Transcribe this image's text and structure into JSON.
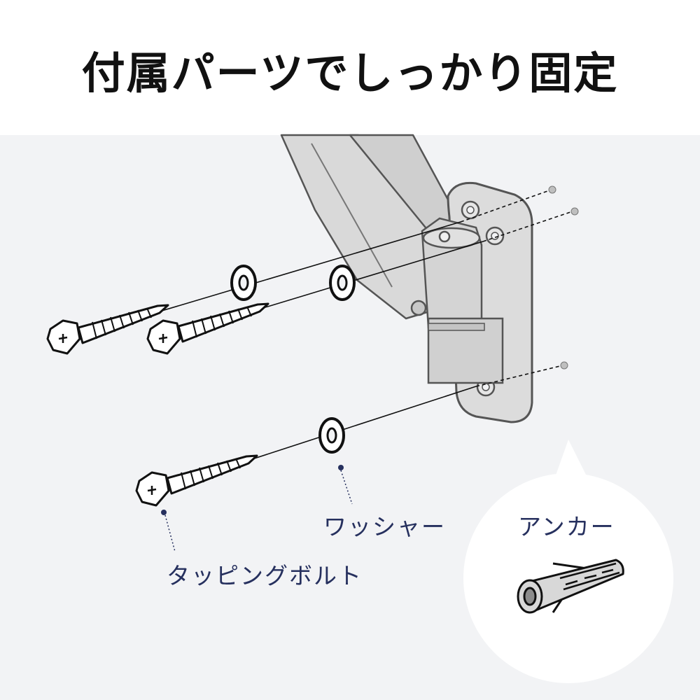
{
  "header": {
    "title": "付属パーツでしっかり固定"
  },
  "labels": {
    "washer": "ワッシャー",
    "tapping_bolt": "タッピングボルト",
    "anchor": "アンカー"
  },
  "colors": {
    "background": "#f2f3f5",
    "title": "#111111",
    "label_text": "#26305e",
    "part_fill": "#d9d9d9",
    "outline": "#111111",
    "bubble": "#ffffff"
  }
}
